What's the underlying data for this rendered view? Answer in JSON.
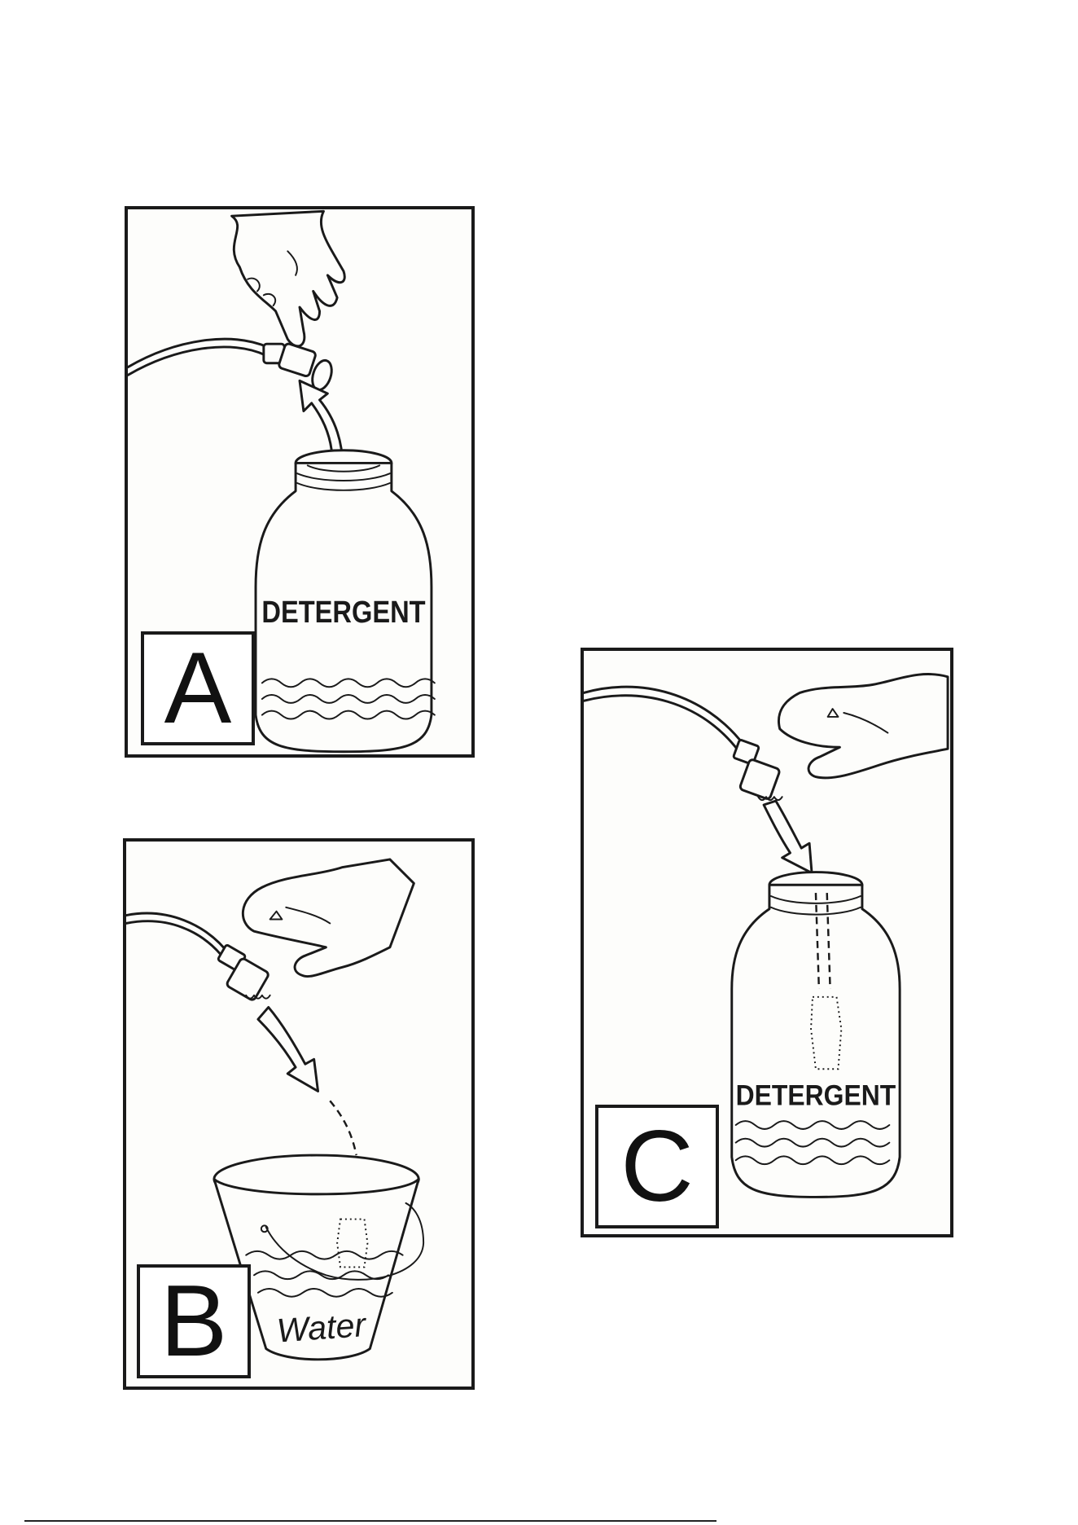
{
  "panels": {
    "a": {
      "letter": "A",
      "bottle_label": "DETERGENT"
    },
    "b": {
      "letter": "B",
      "bucket_label": "Water"
    },
    "c": {
      "letter": "C",
      "bottle_label": "DETERGENT"
    }
  },
  "colors": {
    "ink": "#1a1a1a",
    "panel_bg": "#fdfdfb"
  },
  "icons": [
    "hand-icon",
    "hose-icon",
    "filter-connector-icon",
    "detergent-bottle-icon",
    "water-bucket-icon",
    "arrow-icon"
  ]
}
